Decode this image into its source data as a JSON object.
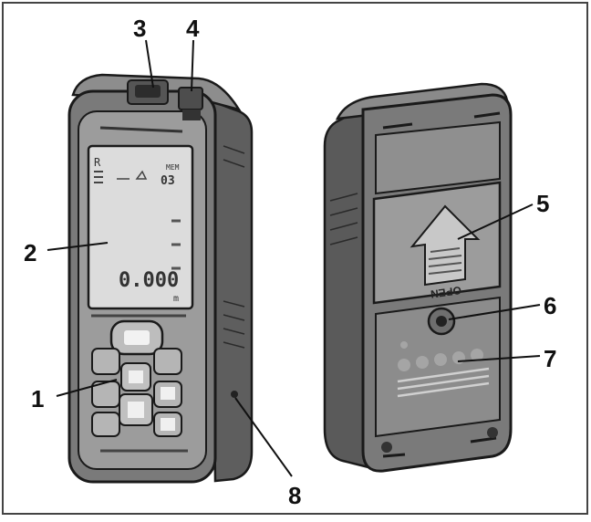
{
  "figure": {
    "callouts": [
      {
        "id": "1",
        "label": "1"
      },
      {
        "id": "2",
        "label": "2"
      },
      {
        "id": "3",
        "label": "3"
      },
      {
        "id": "4",
        "label": "4"
      },
      {
        "id": "5",
        "label": "5"
      },
      {
        "id": "6",
        "label": "6"
      },
      {
        "id": "7",
        "label": "7"
      },
      {
        "id": "8",
        "label": "8"
      }
    ],
    "display": {
      "reading": "0.000",
      "unit": "m",
      "top_left": "R",
      "top_right": "MEM",
      "top_right_sub": "03"
    },
    "battery_cover_text": "OPEN",
    "colors": {
      "outline": "#1a1a1a",
      "body_dark": "#6f6f6f",
      "body_mid": "#9a9a9a",
      "body_light": "#c4c4c4",
      "screen": "#dcdcdc"
    }
  }
}
